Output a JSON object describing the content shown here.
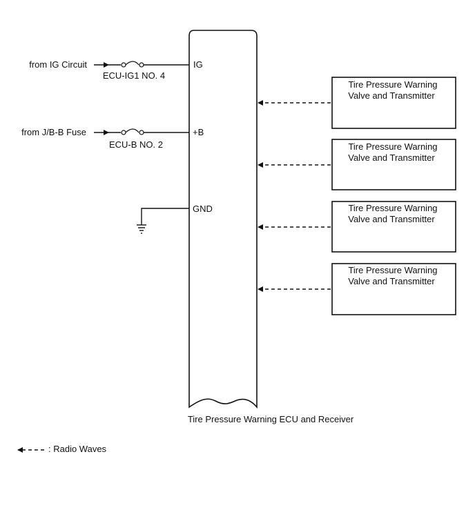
{
  "ecu": {
    "label": "Tire Pressure Warning ECU and Receiver",
    "pins": {
      "ig": "IG",
      "b": "+B",
      "gnd": "GND"
    }
  },
  "inputs": {
    "ig_source": "from IG Circuit",
    "ig_fuse": "ECU-IG1 NO. 4",
    "b_source": "from J/B-B Fuse",
    "b_fuse": "ECU-B NO. 2"
  },
  "transmitters": [
    {
      "line1": "Tire Pressure Warning",
      "line2": "Valve and Transmitter"
    },
    {
      "line1": "Tire Pressure Warning",
      "line2": "Valve and Transmitter"
    },
    {
      "line1": "Tire Pressure Warning",
      "line2": "Valve and Transmitter"
    },
    {
      "line1": "Tire Pressure Warning",
      "line2": "Valve and Transmitter"
    }
  ],
  "legend": {
    "radio_waves": ": Radio Waves"
  },
  "colors": {
    "line": "#111111",
    "background": "#ffffff"
  }
}
